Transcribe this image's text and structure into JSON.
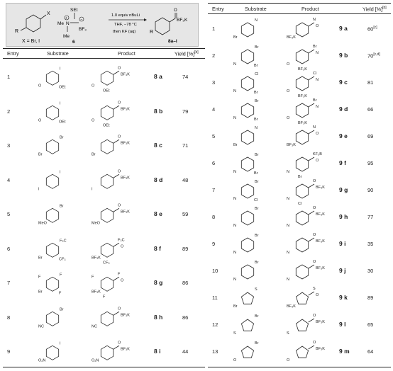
{
  "scheme": {
    "substituent": "X",
    "r_group": "R",
    "x_def": "X = Br, I",
    "reagent_sub_top": "SEt",
    "reagent_me1": "Me",
    "reagent_me2": "Me",
    "reagent_n": "N",
    "reagent_bf3": "BF₃",
    "reagent_label": "6",
    "cond1": "1.0 equiv nBuLi",
    "cond2": "THF, −78 °C",
    "cond3": "then KF (aq)",
    "product_group": "BF₃K",
    "product_label": "8a–i"
  },
  "left_headers": {
    "entry": "Entry",
    "substrate": "Substrate",
    "product": "Product",
    "yield": "Yield [%]",
    "yield_note": "[b]"
  },
  "right_headers": {
    "entry": "Entry",
    "substrate": "Substrate",
    "product": "Product",
    "yield": "Yield [%]",
    "yield_note": "[b]"
  },
  "left_rows": [
    {
      "entry": "1",
      "compound": "8 a",
      "yield": "74",
      "sub_labels": [
        "I",
        "O",
        "OEt"
      ],
      "prod_labels": [
        "O",
        "BF₃K",
        "O",
        "OEt"
      ]
    },
    {
      "entry": "2",
      "compound": "8 b",
      "yield": "79",
      "sub_labels": [
        "I",
        "O",
        "OEt"
      ],
      "prod_labels": [
        "O",
        "BF₃K",
        "O",
        "OEt"
      ]
    },
    {
      "entry": "3",
      "compound": "8 c",
      "yield": "71",
      "sub_labels": [
        "Br",
        "Br"
      ],
      "prod_labels": [
        "O",
        "BF₃K",
        "Br"
      ]
    },
    {
      "entry": "4",
      "compound": "8 d",
      "yield": "48",
      "sub_labels": [
        "I",
        "I"
      ],
      "prod_labels": [
        "O",
        "BF₃K",
        "I"
      ]
    },
    {
      "entry": "5",
      "compound": "8 e",
      "yield": "59",
      "sub_labels": [
        "Br",
        "MeO"
      ],
      "prod_labels": [
        "O",
        "BF₃K",
        "MeO"
      ]
    },
    {
      "entry": "6",
      "compound": "8 f",
      "yield": "89",
      "sub_labels": [
        "F₃C",
        "Br",
        "CF₃"
      ],
      "prod_labels": [
        "F₃C",
        "O",
        "BF₃K",
        "CF₃"
      ]
    },
    {
      "entry": "7",
      "compound": "8 g",
      "yield": "86",
      "sub_labels": [
        "F",
        "Br",
        "F",
        "F"
      ],
      "prod_labels": [
        "F",
        "O",
        "BF₃K",
        "F",
        "F"
      ]
    },
    {
      "entry": "8",
      "compound": "8 h",
      "yield": "86",
      "sub_labels": [
        "Br",
        "NC"
      ],
      "prod_labels": [
        "O",
        "BF₃K",
        "NC"
      ]
    },
    {
      "entry": "9",
      "compound": "8 i",
      "yield": "44",
      "sub_labels": [
        "I",
        "O₂N"
      ],
      "prod_labels": [
        "O",
        "BF₃K",
        "O₂N"
      ]
    }
  ],
  "right_rows": [
    {
      "entry": "1",
      "compound": "9 a",
      "yield": "60",
      "yield_note": "[c]",
      "sub_labels": [
        "N",
        "Br"
      ],
      "prod_labels": [
        "N",
        "O",
        "BF₃K"
      ]
    },
    {
      "entry": "2",
      "compound": "9 b",
      "yield": "70",
      "yield_note": "[c,d]",
      "sub_labels": [
        "Br",
        "N",
        "Br"
      ],
      "prod_labels": [
        "Br",
        "N",
        "O",
        "BF₃K"
      ]
    },
    {
      "entry": "3",
      "compound": "9 c",
      "yield": "81",
      "yield_note": "",
      "sub_labels": [
        "Cl",
        "N",
        "Br"
      ],
      "prod_labels": [
        "Cl",
        "N",
        "O",
        "BF₃K"
      ]
    },
    {
      "entry": "4",
      "compound": "9 d",
      "yield": "66",
      "yield_note": "",
      "sub_labels": [
        "Br",
        "N",
        "Br"
      ],
      "prod_labels": [
        "Br",
        "N",
        "O",
        "BF₃K"
      ]
    },
    {
      "entry": "5",
      "compound": "9 e",
      "yield": "69",
      "yield_note": "",
      "sub_labels": [
        "N",
        "Br"
      ],
      "prod_labels": [
        "N",
        "O",
        "BF₃K"
      ]
    },
    {
      "entry": "6",
      "compound": "9 f",
      "yield": "95",
      "yield_note": "",
      "sub_labels": [
        "Br",
        "N",
        "Br"
      ],
      "prod_labels": [
        "KF₃B",
        "O",
        "N",
        "Br"
      ]
    },
    {
      "entry": "7",
      "compound": "9 g",
      "yield": "90",
      "yield_note": "",
      "sub_labels": [
        "Br",
        "N",
        "Cl"
      ],
      "prod_labels": [
        "O",
        "BF₃K",
        "N",
        "Cl"
      ]
    },
    {
      "entry": "8",
      "compound": "9 h",
      "yield": "77",
      "yield_note": "",
      "sub_labels": [
        "Br",
        "N"
      ],
      "prod_labels": [
        "O",
        "BF₃K",
        "N"
      ]
    },
    {
      "entry": "9",
      "compound": "9 i",
      "yield": "35",
      "yield_note": "",
      "sub_labels": [
        "Br",
        "N"
      ],
      "prod_labels": [
        "O",
        "BF₃K",
        "N"
      ]
    },
    {
      "entry": "10",
      "compound": "9 j",
      "yield": "30",
      "yield_note": "",
      "sub_labels": [
        "Br",
        "N"
      ],
      "prod_labels": [
        "O",
        "BF₃K",
        "N"
      ]
    },
    {
      "entry": "11",
      "compound": "9 k",
      "yield": "89",
      "yield_note": "",
      "sub_labels": [
        "S",
        "Br"
      ],
      "prod_labels": [
        "S",
        "O",
        "BF₃K"
      ]
    },
    {
      "entry": "12",
      "compound": "9 l",
      "yield": "65",
      "yield_note": "",
      "sub_labels": [
        "Br",
        "S"
      ],
      "prod_labels": [
        "O",
        "BF₃K",
        "S"
      ]
    },
    {
      "entry": "13",
      "compound": "9 m",
      "yield": "64",
      "yield_note": "",
      "sub_labels": [
        "Br",
        "O"
      ],
      "prod_labels": [
        "O",
        "BF₃K",
        "O"
      ]
    }
  ]
}
